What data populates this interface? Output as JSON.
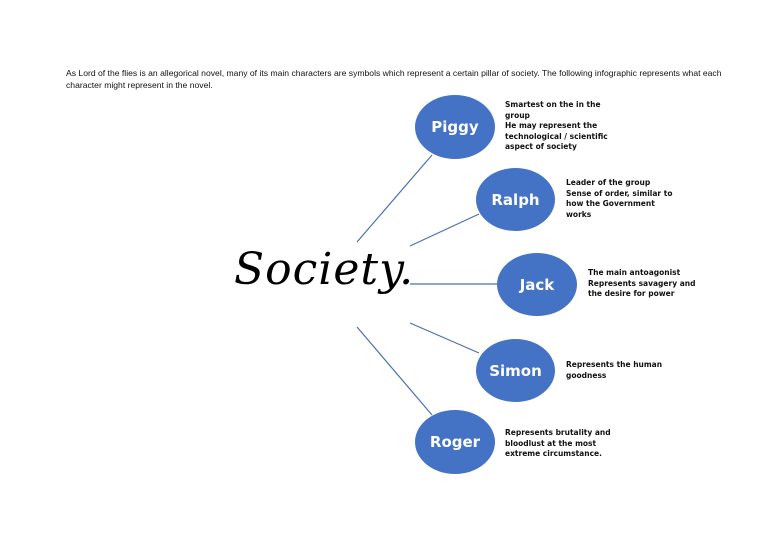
{
  "intro_text": "As Lord of the flies is an allegorical novel, many of its main characters are symbols which represent a certain pillar of society. The following infographic represents what each character might represent in the novel.",
  "center": {
    "label": "Society."
  },
  "colors": {
    "node_fill": "#4472c4",
    "connector": "#4a6fb5",
    "text": "#111111"
  },
  "characters": [
    {
      "name": "Piggy",
      "lines": [
        "Smartest on the in the",
        "group",
        "He may represent the",
        "technological / scientific",
        "aspect of society"
      ]
    },
    {
      "name": "Ralph",
      "lines": [
        "Leader of the group",
        "Sense of order, similar to",
        "how the Government",
        "works"
      ]
    },
    {
      "name": "Jack",
      "lines": [
        "The main antoagonist",
        "Represents savagery and",
        "the desire for power"
      ]
    },
    {
      "name": "Simon",
      "lines": [
        "Represents the human",
        "goodness"
      ]
    },
    {
      "name": "Roger",
      "lines": [
        "Represents brutality and",
        "bloodlust at the most",
        "extreme circumstance."
      ]
    }
  ]
}
